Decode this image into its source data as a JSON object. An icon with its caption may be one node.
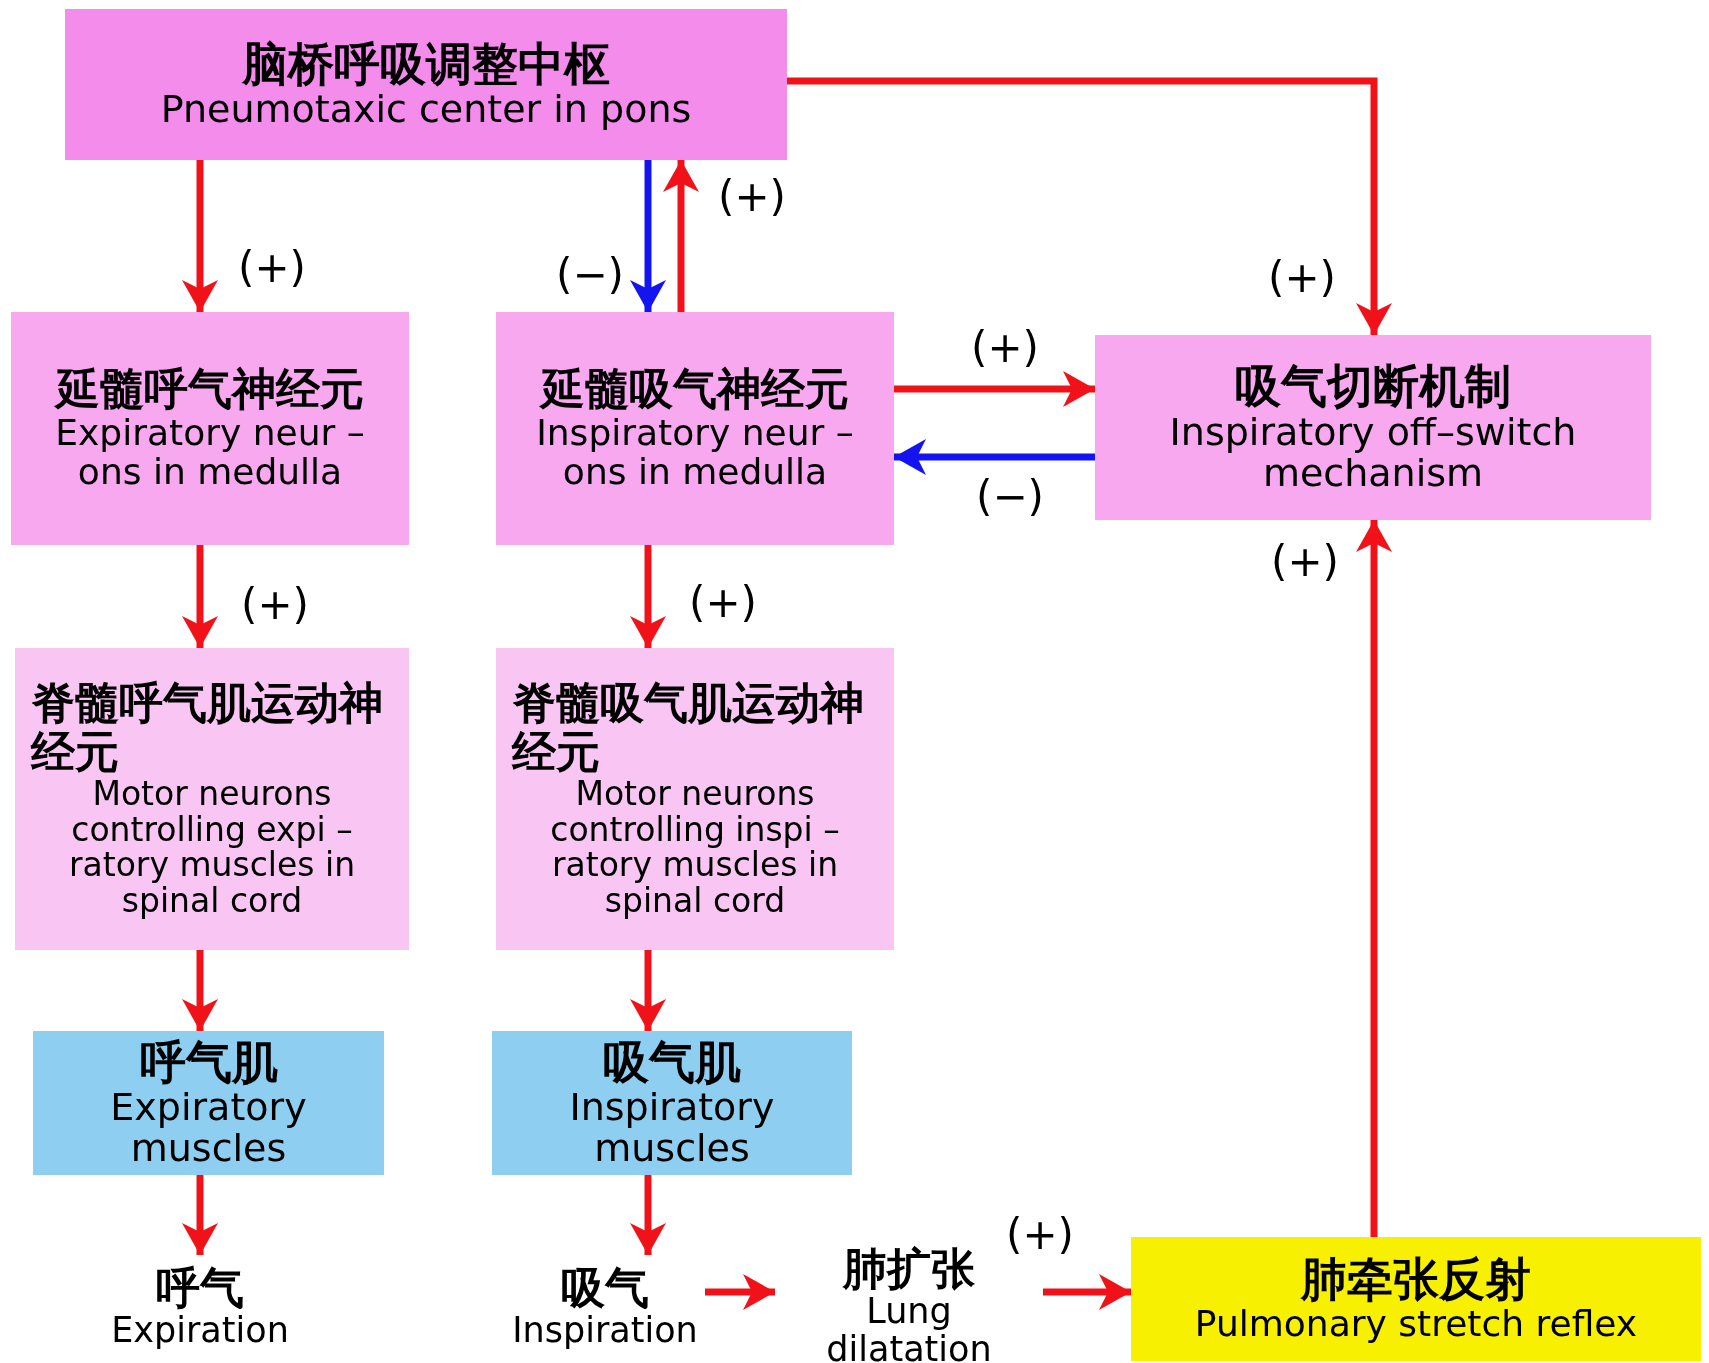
{
  "diagram": {
    "nodes": [
      {
        "text": [
          "脑桥呼吸调整中枢",
          "Pneumotaxic center in pons"
        ]
      },
      {
        "text": [
          "延髓呼气神经元",
          "Expiratory neur –ons in medulla"
        ]
      },
      {
        "text": [
          "延髓吸气神经元",
          "Inspiratory neur –ons in medulla"
        ]
      },
      {
        "text": [
          "吸气切断机制",
          "Inspiratory off–switch mechanism"
        ]
      },
      {
        "text": [
          "脊髓呼气肌运动神经元",
          "Motor neurons controlling expi –ratory muscles in spinal cord"
        ]
      },
      {
        "text": [
          "脊髓吸气肌运动神经元",
          "Motor neurons controlling inspi –ratory muscles in spinal cord"
        ]
      },
      {
        "text": [
          "呼气肌",
          "Expiratory muscles"
        ]
      },
      {
        "text": [
          "吸气肌",
          "Inspiratory muscles"
        ]
      },
      {
        "text": [
          "呼气",
          "Expiration"
        ]
      },
      {
        "text": [
          "吸气",
          "Inspiration"
        ]
      },
      {
        "text": [
          "肺扩张",
          "Lung dilatation"
        ]
      },
      {
        "text": [
          "肺牵张反射",
          "Pulmonary stretch reflex"
        ]
      }
    ],
    "edges": [
      {
        "from": 0,
        "to": 1,
        "arrow": "to",
        "label": "(+)"
      },
      {
        "from": 0,
        "to": 2,
        "arrow": "to",
        "label": "(−)",
        "color": "#1414f0"
      },
      {
        "from": 2,
        "to": 0,
        "arrow": "to",
        "label": "(+)"
      },
      {
        "from": 0,
        "to": 3,
        "arrow": "to",
        "label": "(+)"
      },
      {
        "from": 2,
        "to": 3,
        "arrow": "to",
        "label": "(+)"
      },
      {
        "from": 3,
        "to": 2,
        "arrow": "to",
        "label": "(−)",
        "color": "#1414f0"
      },
      {
        "from": 1,
        "to": 4,
        "arrow": "to",
        "label": "(+)"
      },
      {
        "from": 2,
        "to": 5,
        "arrow": "to",
        "label": "(+)"
      },
      {
        "from": 4,
        "to": 6,
        "arrow": "to"
      },
      {
        "from": 5,
        "to": 7,
        "arrow": "to"
      },
      {
        "from": 6,
        "to": 8,
        "arrow": "to"
      },
      {
        "from": 7,
        "to": 9,
        "arrow": "to"
      },
      {
        "from": 9,
        "to": 10,
        "arrow": "to"
      },
      {
        "from": 10,
        "to": 11,
        "arrow": "to",
        "label": "(+)"
      },
      {
        "from": 11,
        "to": 3,
        "arrow": "to",
        "label": "(+)"
      }
    ]
  }
}
